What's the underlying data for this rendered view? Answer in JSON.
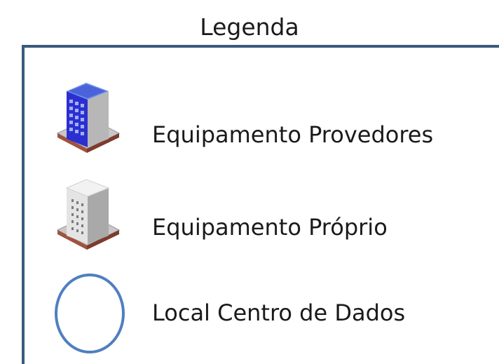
{
  "legend": {
    "title": "Legenda",
    "items": [
      {
        "label": "Equipamento Provedores",
        "icon": "blue-building-icon"
      },
      {
        "label": "Equipamento Próprio",
        "icon": "gray-building-icon"
      },
      {
        "label": "Local Centro de Dados",
        "icon": "circle-outline-icon"
      }
    ]
  },
  "colors": {
    "border": "#3a5a7c",
    "circle": "#4f7fc1",
    "building_blue": "#2c2fcf",
    "building_gray": "#d9d9d9",
    "base": "#a0523e"
  }
}
